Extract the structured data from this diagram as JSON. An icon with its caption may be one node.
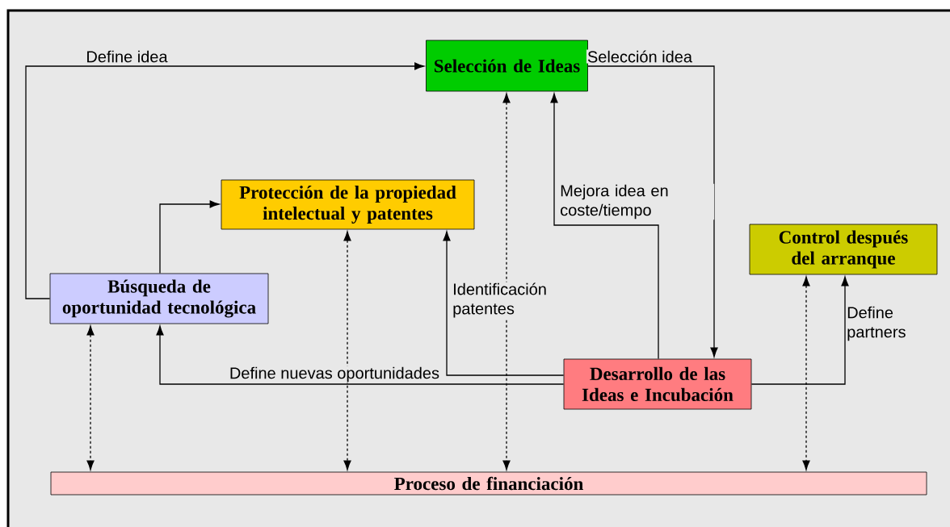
{
  "diagram": {
    "nodes": [
      {
        "text": [
          "Selección de Ideas"
        ]
      },
      {
        "text": [
          "Protección de la propiedad intelectual y patentes"
        ]
      },
      {
        "text": [
          "Control después del arranque"
        ]
      },
      {
        "text": [
          "Búsqueda de oportunidad tecnológica"
        ]
      },
      {
        "text": [
          "Desarrollo de las Ideas e Incubación"
        ]
      },
      {
        "text": [
          "Proceso de financiación"
        ]
      }
    ],
    "edges": [
      {
        "from": 3,
        "to": 0,
        "arrow": "to",
        "label": "Define idea"
      },
      {
        "from": 3,
        "to": 1,
        "arrow": "to"
      },
      {
        "from": 0,
        "to": 4,
        "arrow": "to",
        "label": "Selección idea"
      },
      {
        "from": 4,
        "to": 0,
        "arrow": "to",
        "label": "Mejora idea en coste/tiempo"
      },
      {
        "from": 4,
        "to": 1,
        "arrow": "to",
        "label": "Identificación patentes"
      },
      {
        "from": 4,
        "to": 3,
        "arrow": "to",
        "label": "Define nuevas oportunidades"
      },
      {
        "from": 4,
        "to": 2,
        "arrow": "to",
        "label": "Define partners"
      },
      {
        "from": 3,
        "to": 5,
        "arrow": "both",
        "style": "dashed"
      },
      {
        "from": 1,
        "to": 5,
        "arrow": "both",
        "style": "dashed"
      },
      {
        "from": 0,
        "to": 5,
        "arrow": "both",
        "style": "dashed"
      },
      {
        "from": 2,
        "to": 5,
        "arrow": "both",
        "style": "dashed"
      }
    ]
  }
}
